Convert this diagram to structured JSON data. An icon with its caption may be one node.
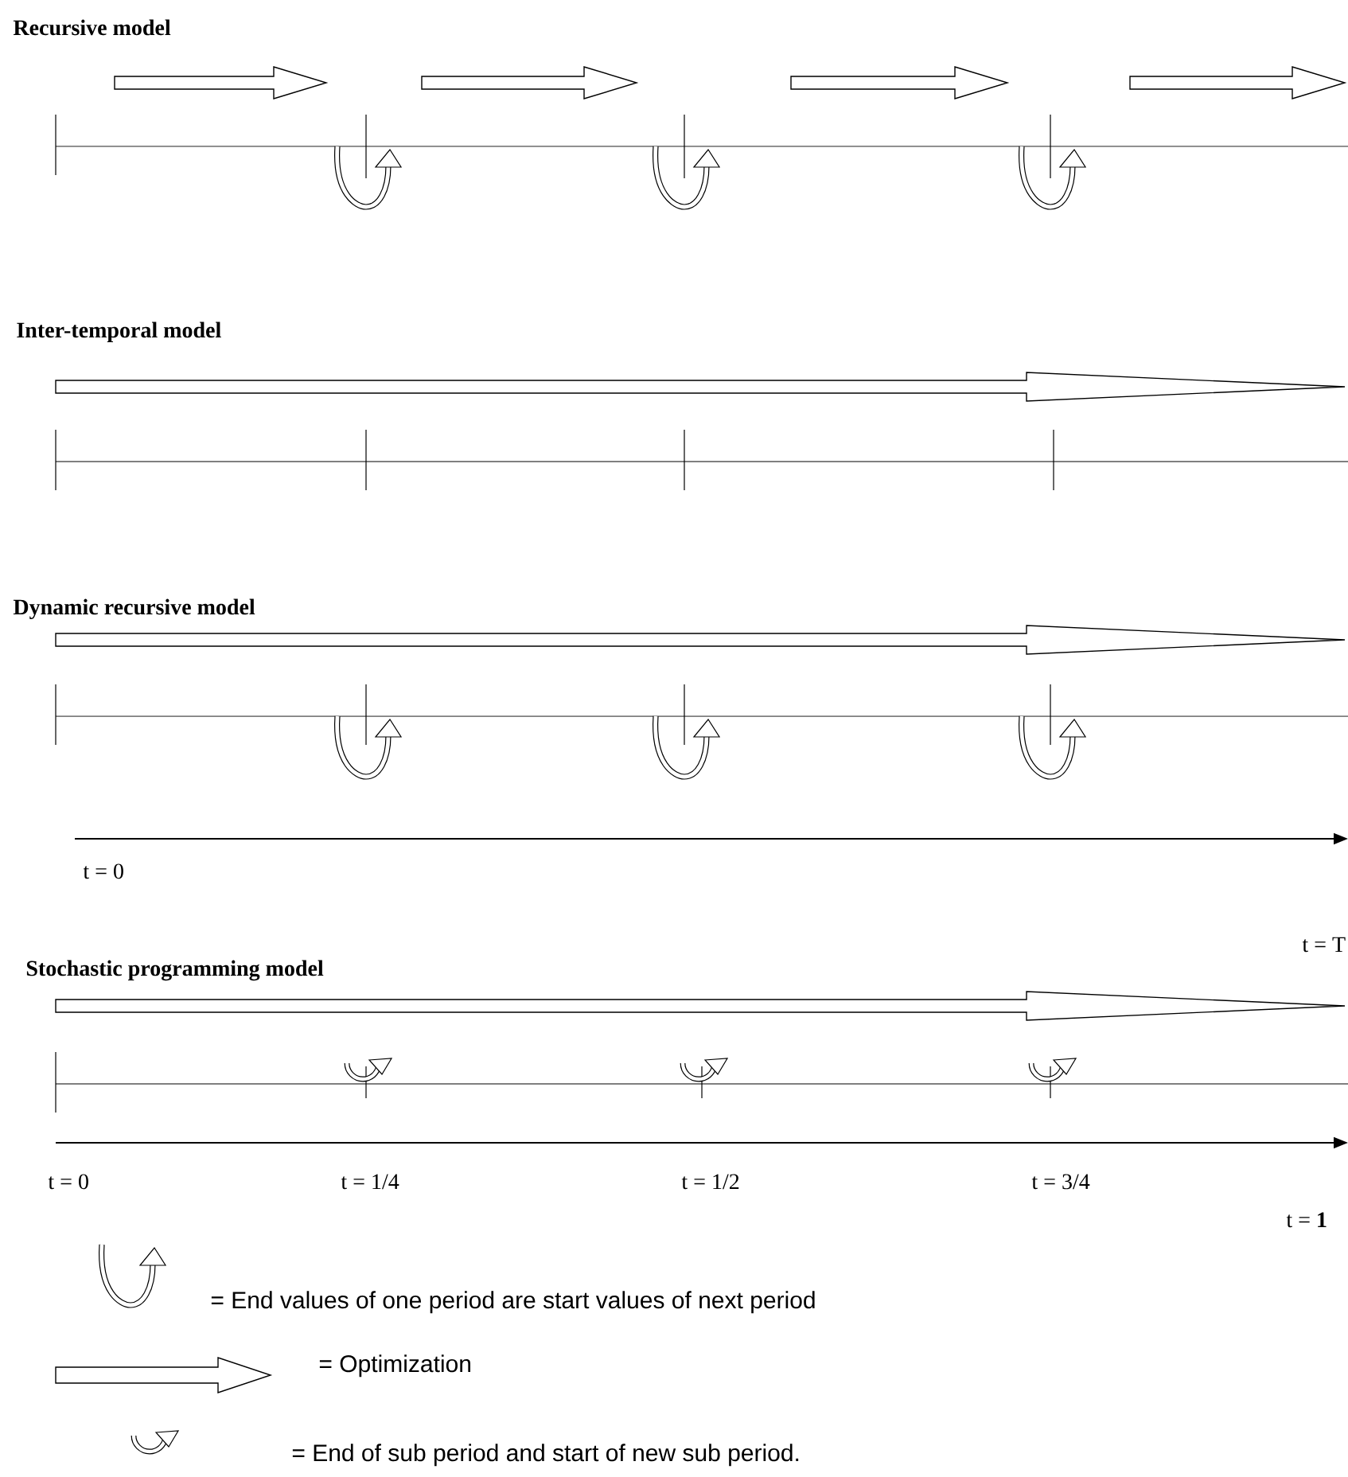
{
  "diagram": {
    "labels": [
      "Recursive model",
      "Inter-temporal model",
      "Dynamic recursive model",
      "t = 0",
      "t = T",
      "Stochastic programming model",
      "t = 0",
      "t = 1/4",
      "t = 1/2",
      "t = 3/4",
      "t = **1**"
    ],
    "legend": [
      {
        "text": "= End values of one period are start values of next period"
      },
      {
        "text": "= Optimization"
      },
      {
        "text": "= End of sub period and start of new sub period."
      }
    ]
  }
}
